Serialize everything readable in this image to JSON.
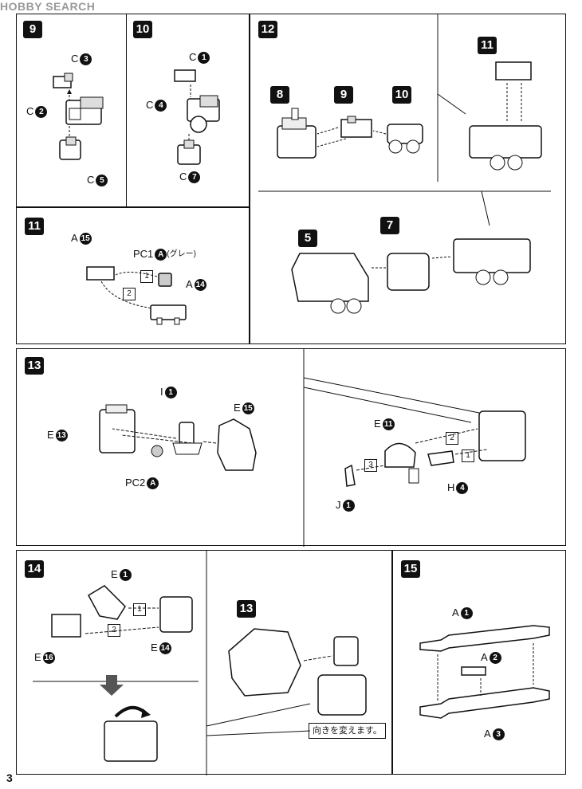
{
  "watermark": "HOBBY SEARCH",
  "page_number": "3",
  "steps": {
    "s9": {
      "num": "9",
      "c3": "C",
      "c3n": "3",
      "c2": "C",
      "c2n": "2",
      "c5": "C",
      "c5n": "5"
    },
    "s10": {
      "num": "10",
      "c1": "C",
      "c1n": "1",
      "c4": "C",
      "c4n": "4",
      "c7": "C",
      "c7n": "7"
    },
    "s11": {
      "num": "11",
      "a15": "A",
      "a15n": "15",
      "pc1": "PC1",
      "pc1n": "A",
      "pc1note": "(グレー)",
      "a14": "A",
      "a14n": "14",
      "o1": "1",
      "o2": "2"
    },
    "s12": {
      "num": "12",
      "b8": "8",
      "b9": "9",
      "b10": "10",
      "b11": "11",
      "b5": "5",
      "b7": "7"
    },
    "s13": {
      "num": "13",
      "e13": "E",
      "e13n": "13",
      "i1": "I",
      "i1n": "1",
      "e15": "E",
      "e15n": "15",
      "pc2": "PC2",
      "pc2n": "A",
      "e11": "E",
      "e11n": "11",
      "h4": "H",
      "h4n": "4",
      "j1": "J",
      "j1n": "1",
      "o1": "1",
      "o2": "2",
      "o3": "3"
    },
    "s14": {
      "num": "14",
      "e1": "E",
      "e1n": "1",
      "e16": "E",
      "e16n": "16",
      "e14": "E",
      "e14n": "14",
      "o1": "1",
      "o2": "2",
      "b13": "13",
      "note": "向きを変えます。"
    },
    "s15": {
      "num": "15",
      "a1": "A",
      "a1n": "1",
      "a2": "A",
      "a2n": "2",
      "a3": "A",
      "a3n": "3"
    }
  }
}
